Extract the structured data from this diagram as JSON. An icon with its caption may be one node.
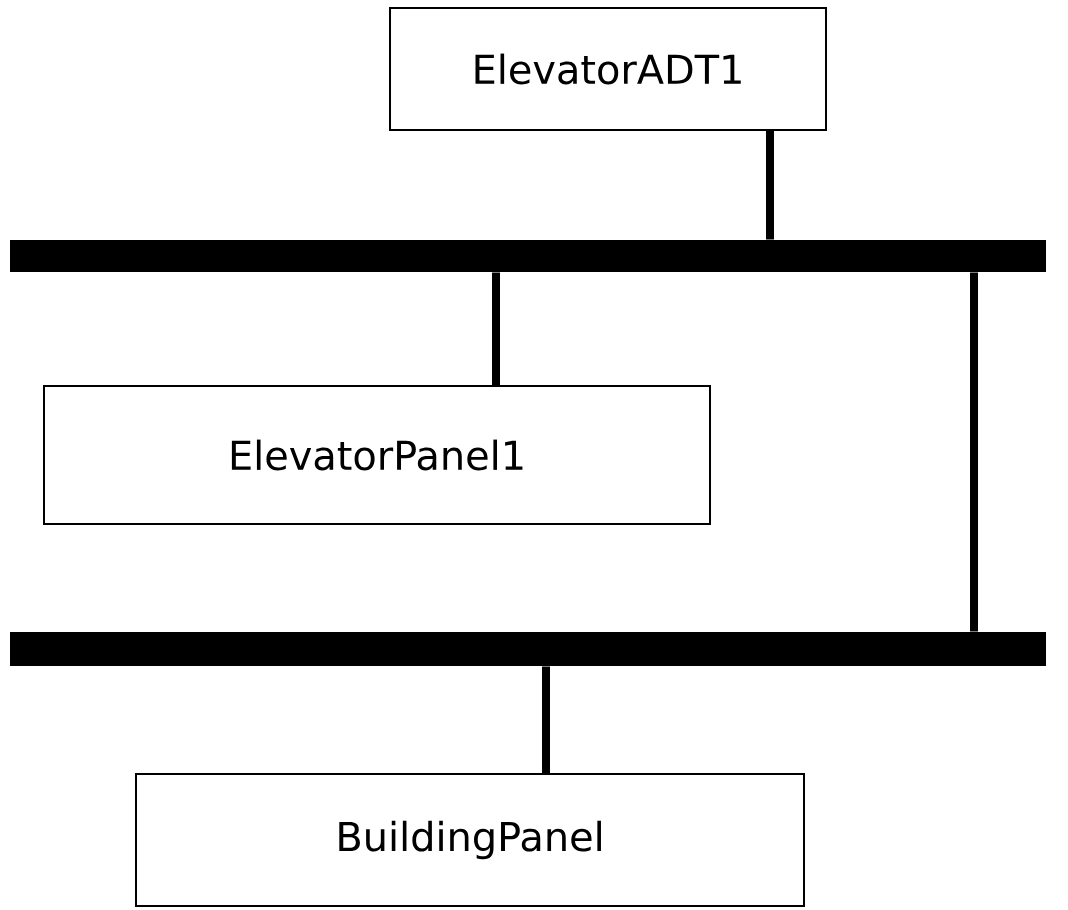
{
  "diagram": {
    "nodes": [
      {
        "text": [
          "ElevatorADT1"
        ]
      },
      {
        "text": [],
        "shape": "bar"
      },
      {
        "text": [
          "ElevatorPanel1"
        ]
      },
      {
        "text": [],
        "shape": "bar"
      },
      {
        "text": [
          "BuildingPanel"
        ]
      }
    ],
    "edges": [
      {
        "from": 0,
        "to": 1,
        "arrow": "none"
      },
      {
        "from": 1,
        "to": 2,
        "arrow": "none"
      },
      {
        "from": 1,
        "to": 3,
        "arrow": "none"
      },
      {
        "from": 3,
        "to": 4,
        "arrow": "none"
      }
    ]
  }
}
